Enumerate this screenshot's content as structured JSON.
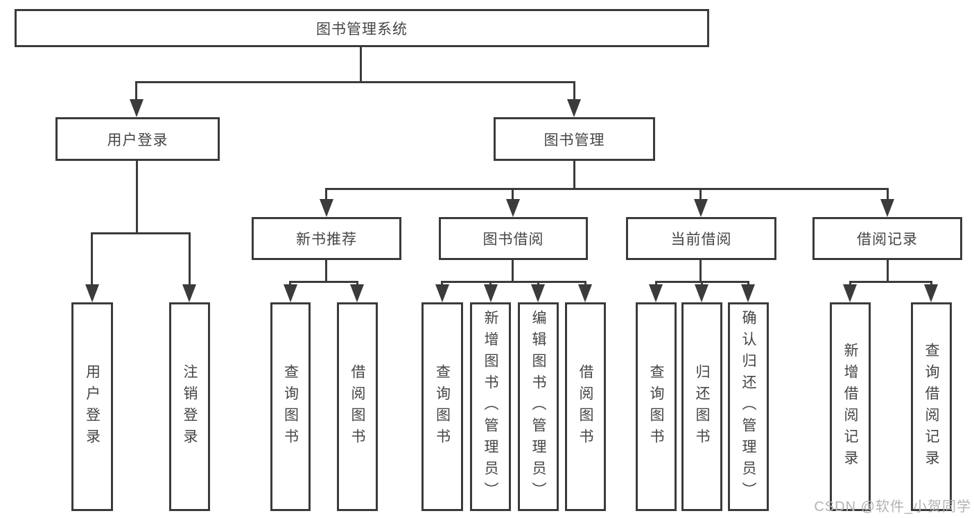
{
  "diagram": {
    "root": "图书管理系统",
    "level2": {
      "left": "用户登录",
      "right": "图书管理"
    },
    "level3": [
      "新书推荐",
      "图书借阅",
      "当前借阅",
      "借阅记录"
    ],
    "leaves": {
      "login": [
        "用户登录",
        "注销登录"
      ],
      "newbook": [
        "查询图书",
        "借阅图书"
      ],
      "borrow": [
        "查询图书",
        "新增图书（管理员）",
        "编辑图书（管理员）",
        "借阅图书"
      ],
      "current": [
        "查询图书",
        "归还图书",
        "确认归还（管理员）"
      ],
      "record": [
        "新增借阅记录",
        "查询借阅记录"
      ]
    }
  },
  "watermark": "CSDN @软件_小贺同学",
  "colors": {
    "line": "#3b3b3b",
    "text": "#454545",
    "watermark": "#b3b3b3",
    "background": "#ffffff"
  }
}
